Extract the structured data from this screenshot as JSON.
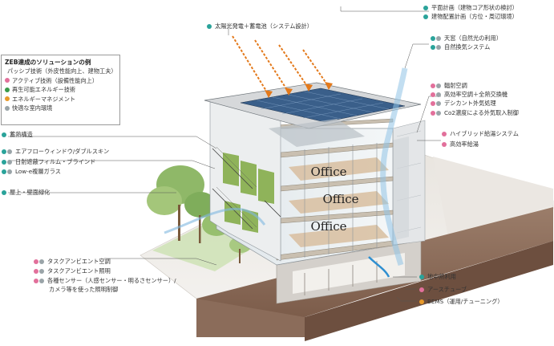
{
  "colors": {
    "passive": "#2aa39a",
    "active": "#e2709b",
    "renewable": "#3a9a4a",
    "energy_mgmt": "#e89a2a",
    "comfort": "#9aa4a8",
    "ground": "#8a6a5a",
    "sun_arrow": "#e3791b"
  },
  "legend": {
    "title": "ZEB達成のソリューションの例",
    "items": [
      {
        "color": "#2aa39a",
        "label": "パッシブ技術（外皮性能向上、建物工夫）"
      },
      {
        "color": "#e2709b",
        "label": "アクティブ技術（設備性能向上）"
      },
      {
        "color": "#3a9a4a",
        "label": "再生可能エネルギー技術"
      },
      {
        "color": "#e89a2a",
        "label": "エネルギーマネジメント"
      },
      {
        "color": "#9aa4a8",
        "label": "快適な室内環境"
      }
    ]
  },
  "building": {
    "floor_labels": [
      "Office",
      "Office",
      "Office"
    ]
  },
  "callouts": [
    {
      "id": "solar",
      "dots": [
        "#2aa39a"
      ],
      "text": "太陽光発電＋蓄電池（システム設計）"
    },
    {
      "id": "plan",
      "dots": [
        "#2aa39a"
      ],
      "text": "平面計画（建物コア形状の検討）"
    },
    {
      "id": "layout",
      "dots": [
        "#2aa39a"
      ],
      "text": "建物配置計画（方位・周辺環境）"
    },
    {
      "id": "skylight",
      "dots": [
        "#2aa39a",
        "#9aa4a8"
      ],
      "text": "天窓（自然光の利用）"
    },
    {
      "id": "natvent",
      "dots": [
        "#2aa39a",
        "#9aa4a8"
      ],
      "text": "自然換気システム"
    },
    {
      "id": "radiant",
      "dots": [
        "#e2709b",
        "#9aa4a8"
      ],
      "text": "輻射空調"
    },
    {
      "id": "hvac",
      "dots": [
        "#e2709b",
        "#9aa4a8"
      ],
      "text": "高効率空調＋全熱交換機"
    },
    {
      "id": "desiccant",
      "dots": [
        "#e2709b",
        "#9aa4a8"
      ],
      "text": "デシカント外気処理"
    },
    {
      "id": "co2",
      "dots": [
        "#e2709b",
        "#9aa4a8"
      ],
      "text": "Co2濃度による外気取入制御"
    },
    {
      "id": "hybrid",
      "dots": [
        "#e2709b"
      ],
      "text": "ハイブリッド給湯システム"
    },
    {
      "id": "hiwater",
      "dots": [
        "#e2709b"
      ],
      "text": "高効率給湯"
    },
    {
      "id": "thermal",
      "dots": [
        "#2aa39a"
      ],
      "text": "蓄熱構造"
    },
    {
      "id": "airflow",
      "dots": [
        "#2aa39a",
        "#9aa4a8"
      ],
      "text": "エアフローウィンドウ/ダブルスキン"
    },
    {
      "id": "film",
      "dots": [
        "#2aa39a",
        "#9aa4a8"
      ],
      "text": "日射遮蔽フィルム・ブラインド"
    },
    {
      "id": "lowe",
      "dots": [
        "#2aa39a",
        "#9aa4a8"
      ],
      "text": "Low-e複層ガラス"
    },
    {
      "id": "greening",
      "dots": [
        "#2aa39a"
      ],
      "text": "屋上・壁面緑化"
    },
    {
      "id": "taskair",
      "dots": [
        "#e2709b",
        "#9aa4a8"
      ],
      "text": "タスクアンビエント空調"
    },
    {
      "id": "tasklight",
      "dots": [
        "#e2709b",
        "#9aa4a8"
      ],
      "text": "タスクアンビエント照明"
    },
    {
      "id": "sensors1",
      "dots": [
        "#e2709b",
        "#9aa4a8"
      ],
      "text": "各種センサー（人感センサー・明るさセンサー）/"
    },
    {
      "id": "sensors2",
      "dots": [],
      "text": "カメラ等を使った照明制御"
    },
    {
      "id": "geo",
      "dots": [
        "#2aa39a"
      ],
      "text": "地中熱利用"
    },
    {
      "id": "earthtube",
      "dots": [
        "#e2709b"
      ],
      "text": "アースチューブ"
    },
    {
      "id": "bems",
      "dots": [
        "#e89a2a"
      ],
      "text": "BEMS（運用/チューニング）"
    }
  ]
}
